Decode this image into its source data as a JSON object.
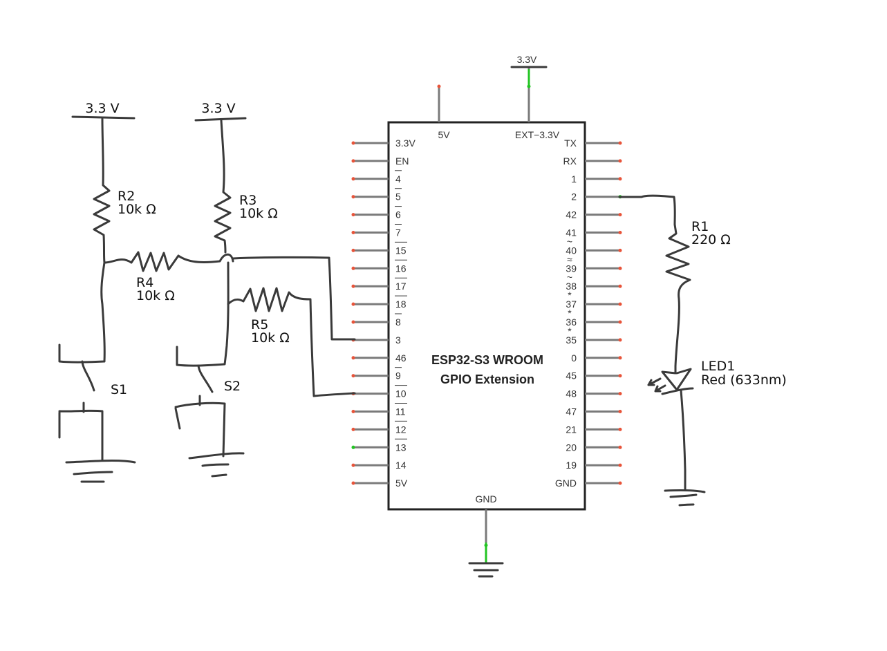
{
  "supplies": {
    "top_label": "3.3V",
    "left1_label": "3.3 V",
    "left2_label": "3.3 V"
  },
  "board": {
    "title_line1": "ESP32-S3  WROOM",
    "title_line2": "GPIO Extension",
    "top_pins": [
      "5V",
      "EXT−3.3V"
    ],
    "bottom_pin": "GND",
    "left_pins": [
      "3.3V",
      "EN",
      "4",
      "5",
      "6",
      "7",
      "15",
      "16",
      "17",
      "18",
      "8",
      "3",
      "46",
      "9",
      "10",
      "11",
      "12",
      "13",
      "14",
      "5V"
    ],
    "right_pins": [
      "TX",
      "RX",
      "1",
      "2",
      "42",
      "41",
      "40",
      "39",
      "38",
      "37",
      "36",
      "35",
      "0",
      "45",
      "48",
      "47",
      "21",
      "20",
      "19",
      "GND"
    ]
  },
  "components": {
    "R1": {
      "name": "R1",
      "value": "220 Ω"
    },
    "R2": {
      "name": "R2",
      "value": "10k Ω"
    },
    "R3": {
      "name": "R3",
      "value": "10k Ω"
    },
    "R4": {
      "name": "R4",
      "value": "10k Ω"
    },
    "R5": {
      "name": "R5",
      "value": "10k Ω"
    },
    "S1": {
      "name": "S1"
    },
    "S2": {
      "name": "S2"
    },
    "LED1": {
      "name": "LED1",
      "value": "Red (633nm)"
    }
  },
  "colors": {
    "connected_dot": "#22c422",
    "open_dot": "#e8543a",
    "wire": "#3a3a3a"
  }
}
